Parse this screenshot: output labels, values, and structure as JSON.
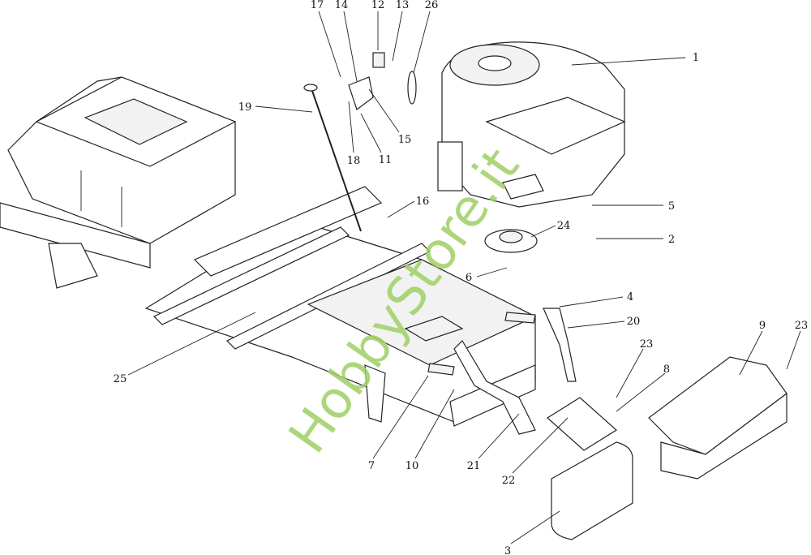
{
  "watermark": "HobbyStore.it",
  "colors": {
    "watermark": "#9fd066",
    "line": "#222222"
  },
  "labels": [
    {
      "id": "17",
      "text": "17"
    },
    {
      "id": "14",
      "text": "14"
    },
    {
      "id": "12",
      "text": "12"
    },
    {
      "id": "13",
      "text": "13"
    },
    {
      "id": "26",
      "text": "26"
    },
    {
      "id": "1",
      "text": "1"
    },
    {
      "id": "19",
      "text": "19"
    },
    {
      "id": "15",
      "text": "15"
    },
    {
      "id": "18",
      "text": "18"
    },
    {
      "id": "11",
      "text": "11"
    },
    {
      "id": "16",
      "text": "16"
    },
    {
      "id": "5",
      "text": "5"
    },
    {
      "id": "24",
      "text": "24"
    },
    {
      "id": "2",
      "text": "2"
    },
    {
      "id": "6",
      "text": "6"
    },
    {
      "id": "4",
      "text": "4"
    },
    {
      "id": "20",
      "text": "20"
    },
    {
      "id": "9",
      "text": "9"
    },
    {
      "id": "23a",
      "text": "23"
    },
    {
      "id": "23b",
      "text": "23"
    },
    {
      "id": "8",
      "text": "8"
    },
    {
      "id": "25",
      "text": "25"
    },
    {
      "id": "7",
      "text": "7"
    },
    {
      "id": "10",
      "text": "10"
    },
    {
      "id": "21",
      "text": "21"
    },
    {
      "id": "22",
      "text": "22"
    },
    {
      "id": "3",
      "text": "3"
    }
  ]
}
